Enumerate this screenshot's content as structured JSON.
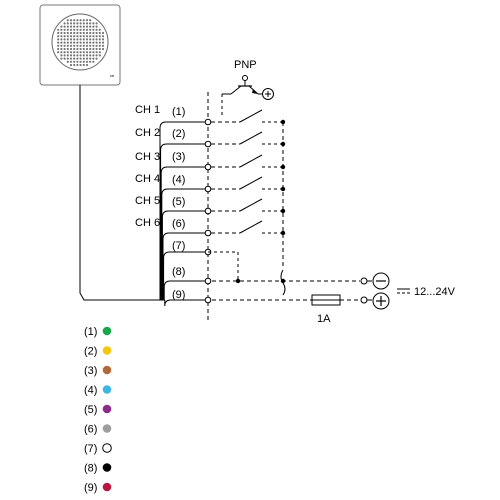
{
  "pnp_label": "PNP",
  "channels": [
    {
      "label": "CH 1",
      "terminal": "(1)"
    },
    {
      "label": "CH 2",
      "terminal": "(2)"
    },
    {
      "label": "CH 3",
      "terminal": "(3)"
    },
    {
      "label": "CH 4",
      "terminal": "(4)"
    },
    {
      "label": "CH 5",
      "terminal": "(5)"
    },
    {
      "label": "CH 6",
      "terminal": "(6)"
    }
  ],
  "extra_terminals": [
    "(7)",
    "(8)",
    "(9)"
  ],
  "supply_label": "12...24V",
  "fuse_label": "1A",
  "wire_legend": [
    {
      "terminal": "(1)",
      "color": "#1aa64b",
      "outline": false
    },
    {
      "terminal": "(2)",
      "color": "#f4c70f",
      "outline": false
    },
    {
      "terminal": "(3)",
      "color": "#b06a3a",
      "outline": false
    },
    {
      "terminal": "(4)",
      "color": "#3fb5e5",
      "outline": false
    },
    {
      "terminal": "(5)",
      "color": "#8e2a8c",
      "outline": false
    },
    {
      "terminal": "(6)",
      "color": "#9e9e9e",
      "outline": false
    },
    {
      "terminal": "(7)",
      "color": "#ffffff",
      "outline": true
    },
    {
      "terminal": "(8)",
      "color": "#000000",
      "outline": false
    },
    {
      "terminal": "(9)",
      "color": "#b5173f",
      "outline": false
    }
  ]
}
